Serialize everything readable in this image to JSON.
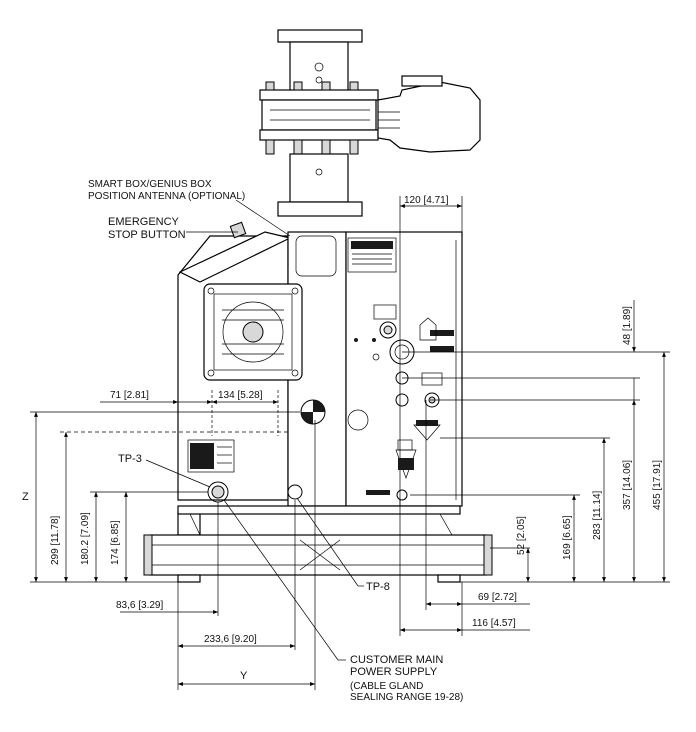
{
  "callouts": {
    "smart_box_line1": "SMART BOX/GENIUS BOX",
    "smart_box_line2": "POSITION ANTENNA (OPTIONAL)",
    "estop_line1": "EMERGENCY",
    "estop_line2": "STOP BUTTON",
    "tp3": "TP-3",
    "tp8": "TP-8",
    "power_line1": "CUSTOMER MAIN",
    "power_line2": "POWER SUPPLY",
    "power_line3": "(CABLE GLAND",
    "power_line4": "SEALING RANGE 19-28)"
  },
  "dimensions": {
    "top_120": "120 [4.71]",
    "d71": "71 [2.81]",
    "d134": "134 [5.28]",
    "z": "Z",
    "d299": "299 [11.78]",
    "d180": "180.2 [7.09]",
    "d174": "174 [6.85]",
    "d83": "83,6 [3.29]",
    "d233": "233,6 [9.20]",
    "y": "Y",
    "d48": "48 [1.89]",
    "d455": "455 [17.91]",
    "d357": "357 [14.06]",
    "d283": "283 [11.14]",
    "d169": "169 [6.65]",
    "d52": "52 [2.05]",
    "d69": "69 [2.72]",
    "d116": "116 [4.57]"
  }
}
